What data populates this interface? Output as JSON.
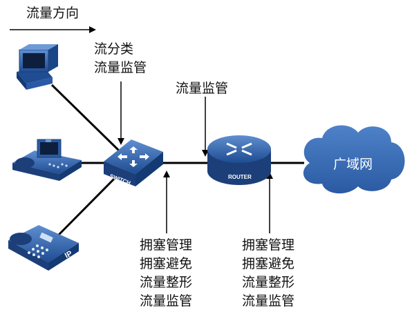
{
  "labels": {
    "flow_direction": "流量方向",
    "switch_functions": [
      "流分类",
      "流量监管"
    ],
    "router_input_function": "流量监管",
    "switch_output_functions": [
      "拥塞管理",
      "拥塞避免",
      "流量整形",
      "流量监管"
    ],
    "router_output_functions": [
      "拥塞管理",
      "拥塞避免",
      "流量整形",
      "流量监管"
    ],
    "wan": "广域网",
    "switch_device": "SWITCH",
    "router_device": "ROUTER",
    "ip_phone_mark": "IP"
  },
  "icons": {
    "pc": "desktop-computer-icon",
    "video_phone": "video-phone-icon",
    "ip_phone": "ip-phone-icon",
    "switch": "switch-icon",
    "router": "router-icon",
    "wan": "cloud-icon"
  },
  "colors": {
    "device_blue": "#2f5fa8",
    "device_dark": "#1c3f7a",
    "cloud_blue": "#3c6eb8",
    "line": "#000000"
  }
}
